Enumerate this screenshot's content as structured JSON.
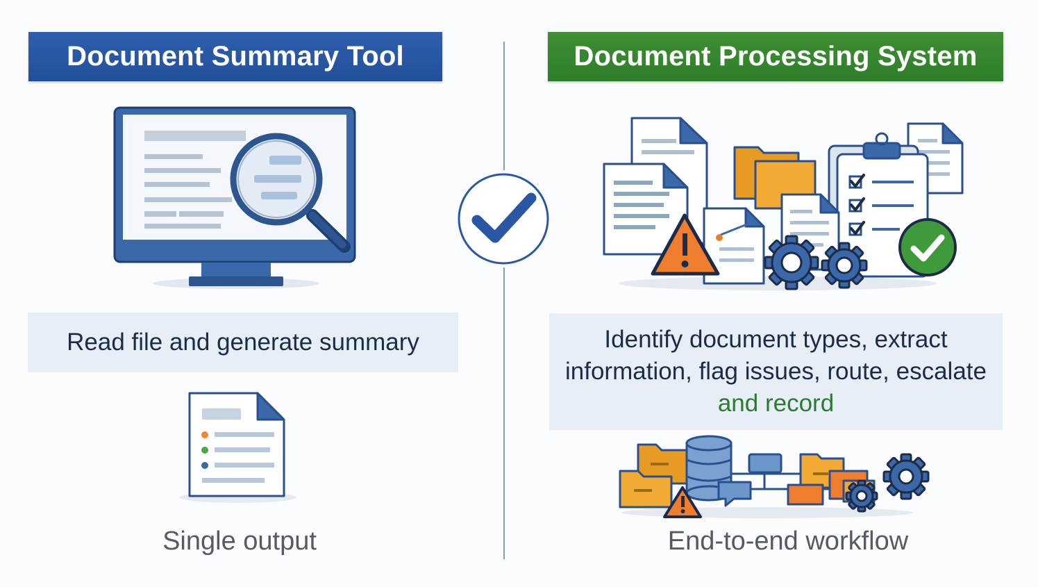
{
  "left": {
    "title": "Document Summary Tool",
    "description": "Read file and generate summary",
    "caption": "Single output",
    "color": "#2a57a3"
  },
  "right": {
    "title": "Document Processing System",
    "description_lines": [
      "Identify document types, extract",
      "information, flag issues, route, escalate",
      "and record"
    ],
    "caption": "End-to-end workflow",
    "color": "#368630"
  },
  "center": {
    "icon": "checkmark-circle-icon"
  },
  "colors": {
    "blue": "#2a57a3",
    "green": "#368630",
    "orange": "#ee7d2d",
    "folder": "#f0a830",
    "navy": "#1c2c48"
  }
}
